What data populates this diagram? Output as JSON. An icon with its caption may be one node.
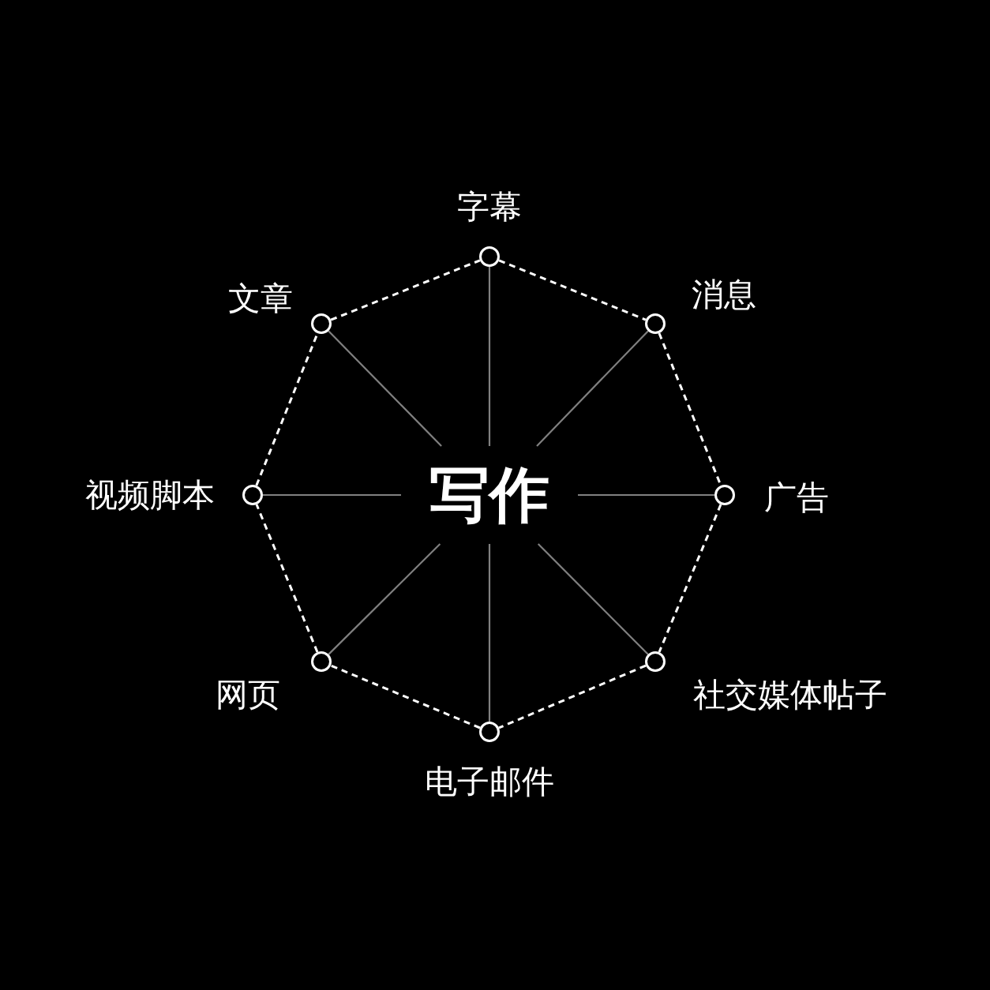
{
  "diagram": {
    "nodes": [
      {
        "text": [
          "写作"
        ]
      },
      {
        "text": [],
        "shape": "circle",
        "beside": [
          "字幕"
        ]
      },
      {
        "text": [],
        "shape": "circle",
        "beside": [
          "消息"
        ]
      },
      {
        "text": [],
        "shape": "circle",
        "beside": [
          "广告"
        ]
      },
      {
        "text": [],
        "shape": "circle",
        "beside": [
          "社交媒体帖子"
        ]
      },
      {
        "text": [],
        "shape": "circle",
        "beside": [
          "电子邮件"
        ]
      },
      {
        "text": [],
        "shape": "circle",
        "beside": [
          "网页"
        ]
      },
      {
        "text": [],
        "shape": "circle",
        "beside": [
          "视频脚本"
        ]
      },
      {
        "text": [],
        "shape": "circle",
        "beside": [
          "文章"
        ]
      }
    ],
    "edges": [
      {
        "from": 0,
        "to": 1,
        "arrow": "none",
        "color": "#808080"
      },
      {
        "from": 0,
        "to": 2,
        "arrow": "none",
        "color": "#808080"
      },
      {
        "from": 0,
        "to": 3,
        "arrow": "none",
        "color": "#808080"
      },
      {
        "from": 0,
        "to": 4,
        "arrow": "none",
        "color": "#808080"
      },
      {
        "from": 0,
        "to": 5,
        "arrow": "none",
        "color": "#808080"
      },
      {
        "from": 0,
        "to": 6,
        "arrow": "none",
        "color": "#808080"
      },
      {
        "from": 0,
        "to": 7,
        "arrow": "none",
        "color": "#808080"
      },
      {
        "from": 0,
        "to": 8,
        "arrow": "none",
        "color": "#808080"
      },
      {
        "from": 1,
        "to": 2,
        "arrow": "none",
        "style": "dashed",
        "color": "#ffffff"
      },
      {
        "from": 2,
        "to": 3,
        "arrow": "none",
        "style": "dashed",
        "color": "#ffffff"
      },
      {
        "from": 3,
        "to": 4,
        "arrow": "none",
        "style": "dashed",
        "color": "#ffffff"
      },
      {
        "from": 4,
        "to": 5,
        "arrow": "none",
        "style": "dashed",
        "color": "#ffffff"
      },
      {
        "from": 5,
        "to": 6,
        "arrow": "none",
        "style": "dashed",
        "color": "#ffffff"
      },
      {
        "from": 6,
        "to": 7,
        "arrow": "none",
        "style": "dashed",
        "color": "#ffffff"
      },
      {
        "from": 7,
        "to": 8,
        "arrow": "none",
        "style": "dashed",
        "color": "#ffffff"
      },
      {
        "from": 8,
        "to": 1,
        "arrow": "none",
        "style": "dashed",
        "color": "#ffffff"
      }
    ]
  }
}
